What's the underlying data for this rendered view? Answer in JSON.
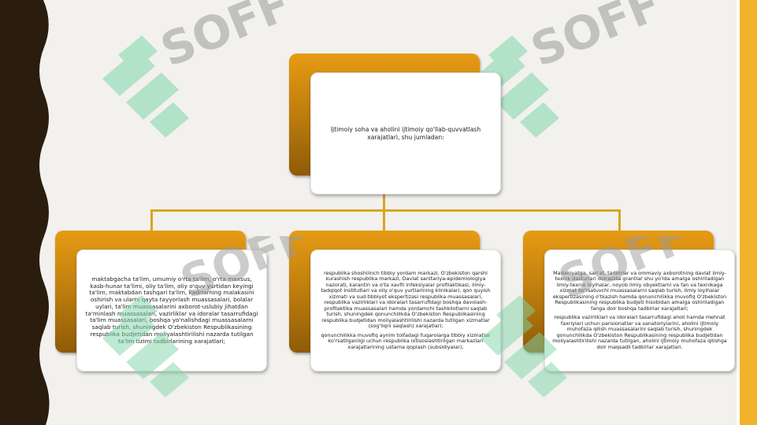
{
  "colors": {
    "left_band": "#2b1d0e",
    "accent_stripe": "#f2b32a",
    "tab_gold": "#d4890f",
    "connector": "#d9a520"
  },
  "watermark": {
    "text": "SOFF",
    "icon": "soff-logo-icon"
  },
  "diagram": {
    "root": {
      "text": "Ijtimoiy soha va aholini ijtimoiy qo'llab-quvvatlash xarajatlari, shu jumladan:"
    },
    "children": [
      {
        "paragraphs": [
          "maktabgacha ta'lim, umumiy o'rta ta'lim, o'rta maxsus, kasb-hunar ta'limi, oliy ta'lim, oliy o'quv yurtidan keyingi ta'lim, maktabdan tashqari ta'lim, kadrlarning malakasini oshirish va ularni qayta tayyorlash muassasalari, bolalar uylari, ta'lim muassasalarini axborot-uslubiy jihatdan ta'minlash muassasalari, vazirliklar va idoralar tasarrufidagi ta'lim muassasalari, boshqa yo'nalishdagi muassasalarni saqlab turish, shuningdek O'zbekiston Respublikasining respublika budjetidan moliyalashtirilishi nazarda tutilgan ta'lim tizimi tadbirlarining xarajatlari;"
        ]
      },
      {
        "paragraphs": [
          "respublika shoshilinch tibbiy yordam markazi, O'zbekiston qarshi kurashish respublika markazi, Davlat sanitariya-epidemiologiya nazorati, karantin va o'ta xavfli infeksiyalar profilaktikasi, ilmiy-tadqiqot institutlari va oliy o'quv yurtlarining klinikalari, qon quyish xizmati va sud-tibbiyot ekspertizasi respublika muassasalari, respublika vazirliklari va idoralari tasarrufidagi boshqa davolash-profilaktika muassasalari hamda yordamchi tashkilotlarni saqlab turish, shuningdek qonunchilikda O'zbekiston Respublikasining respublika budjetidan moliyalashtirilishi nazarda tutilgan xizmatlar (sog'liqni saqlash) xarajatlari;",
          "qonunchilikka muvofiq aynim toifadagi fuqarolarga tibbiy xizmatlar ko'rsatilganligi uchun respublika ixtisoslashtirilgan markazlari xarajatlarining ustama qoplash (subsidiyalar);"
        ]
      },
      {
        "paragraphs": [
          "Madaniyatga, san'at, tadbirlar va ommaviy axborotning davlat ilmiy-texnik dasturlari doirasida grantlar shu yo'lda amalga oshiriladigan ilmiy-texnik loyihalar, noyob ilmiy obyektlarni va fan va texnikaga xizmat ko'rsatuvchi muassasalarni saqlab turish, ilmiy loyihalar ekspertizasining o'tkazish hamda qonunchilikka muvofiq O'zbekiston Respublikasining respublika budjeti hisobidan amalga oshiriladigan fanga doir boshqa tadbirlar xarajatlari;",
          "respublika vazirliklari va idoralari tasarrufidagi aholi hamda mehnat faxriylari uchun pansionatlar va sanatoriylarini, aholini ijtimoiy muhofaza qilish muassasalarini saqlab turish, shuningdek qonunchilikda O'zbekiston Respublikasining respublika budjetidan moliyalashtirilishi nazarda tutilgan, aholini ijtimoiy muhofaza qilishga doir maqsadli tadbirlar xarajatlari."
        ]
      }
    ]
  }
}
